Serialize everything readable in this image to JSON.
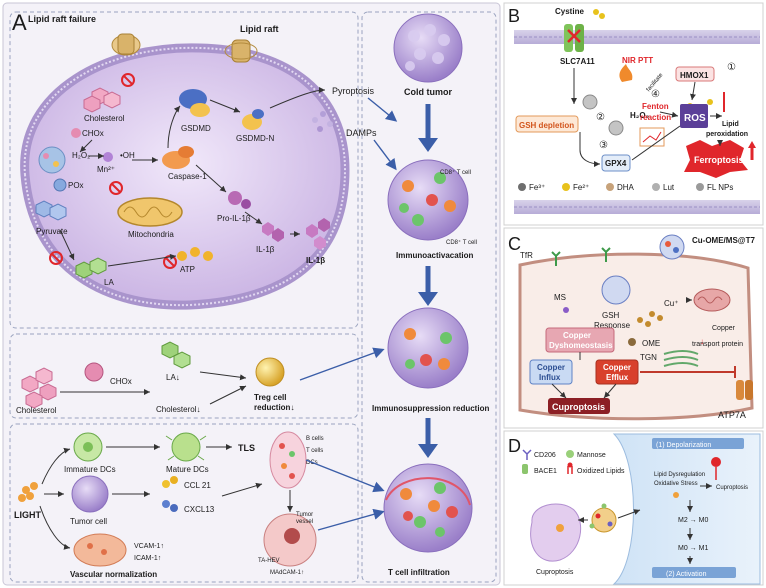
{
  "panelA": {
    "letter": "A",
    "cell": {
      "lipid_raft_failure": "Lipid raft failure",
      "lipid_raft": "Lipid raft",
      "cholesterol": "Cholesterol",
      "chox": "CHOx",
      "h2o2": "H₂O₂",
      "oh": "•OH",
      "mn": "Mn²⁺",
      "pox": "POx",
      "pyruvate": "Pyruvate",
      "mitochondria": "Mitochondria",
      "la": "LA",
      "atp": "ATP",
      "gsdmd": "GSDMD",
      "gsdmd_n": "GSDMD-N",
      "caspase": "Caspase-1",
      "pro_il": "Pro-IL-1β",
      "il_in": "IL-1β",
      "il_out": "IL-1β",
      "pyroptosis": "Pyroptosis",
      "damps": "DAMPs"
    },
    "tumor_column": {
      "cold_tumor": "Cold tumor",
      "cd8_1": "CD8⁺ T cell",
      "cd8_2": "CD8⁺ T cell",
      "immunoactivation": "Immunoactivacation",
      "immunosuppression": "Immunosuppression reduction",
      "infiltration": "T cell infiltration"
    },
    "middle": {
      "cholesterol": "Cholesterol",
      "chox": "CHOx",
      "la": "LA↓",
      "cholesterol_down": "Cholesterol↓",
      "treg": "Treg cell",
      "treg2": "reduction↓"
    },
    "bottom": {
      "immature": "Immature DCs",
      "mature": "Mature DCs",
      "tls": "TLS",
      "b_cells": "B cells",
      "t_cells": "T cells",
      "dcs": "DCs",
      "light": "LIGHT",
      "tumor_cell": "Tumor cell",
      "ccl": "CCL 21",
      "cxcl": "CXCL13",
      "vcam": "VCAM-1↑",
      "icam": "ICAM-1↑",
      "vascular": "Vascular normalization",
      "tumor_vessel": "Tumor",
      "tumor_vessel2": "vessel",
      "ta_hev": "TA-HEV",
      "madcam": "MAdCAM-1↑"
    }
  },
  "panelB": {
    "letter": "B",
    "cystine": "Cystine",
    "slc": "SLC7A11",
    "nir": "NIR PTT",
    "facilitate": "facilitate",
    "hmox": "HMOX1",
    "gsh": "GSH depletion",
    "h2o2": "H₂O₂",
    "fenton": "Fenton",
    "fenton2": "reaction",
    "ros": "ROS",
    "lipid": "Lipid",
    "lipid2": "peroxidation",
    "gpx4": "GPX4",
    "ferroptosis": "Ferroptosis",
    "n1": "①",
    "n2": "②",
    "n3": "③",
    "n4": "④",
    "legend": [
      {
        "label": "Fe³⁺",
        "color": "#6e6e6e"
      },
      {
        "label": "Fe²⁺",
        "color": "#e8c21c"
      },
      {
        "label": "DHA",
        "color": "#c7a27a"
      },
      {
        "label": "Lut",
        "color": "#b0b0b0"
      },
      {
        "label": "FL NPs",
        "color": "#9a9a9a"
      }
    ]
  },
  "panelC": {
    "letter": "C",
    "np": "Cu-OME/MS@T7",
    "tfr": "TfR",
    "ms": "MS",
    "gsh": "GSH",
    "response": "Response",
    "cu": "Cu⁺",
    "ome": "OME",
    "dys1": "Copper",
    "dys2": "Dyshomeostasis",
    "tgn": "TGN",
    "down": "↓",
    "transport1": "Copper",
    "transport2": "transport protein",
    "influx1": "Copper",
    "influx2": "Influx",
    "efflux1": "Copper",
    "efflux2": "Efflux",
    "cuproptosis": "Cuproptosis",
    "atp7a": "ATP7A"
  },
  "panelD": {
    "letter": "D",
    "cd206": "CD206",
    "mannose": "Mannose",
    "bace1": "BACE1",
    "oxidized": "Oxidized Lipids",
    "depol": "(1) Depolarization",
    "lipid_dys": "Lipid Dysregulation",
    "ox_stress": "Oxidative Stress",
    "cuproptosis_top": "Cuproptosis",
    "m2": "M2 → M0",
    "m0": "M0 → M1",
    "cuproptosis_cell": "Cuproptosis",
    "activation": "(2) Activation"
  }
}
